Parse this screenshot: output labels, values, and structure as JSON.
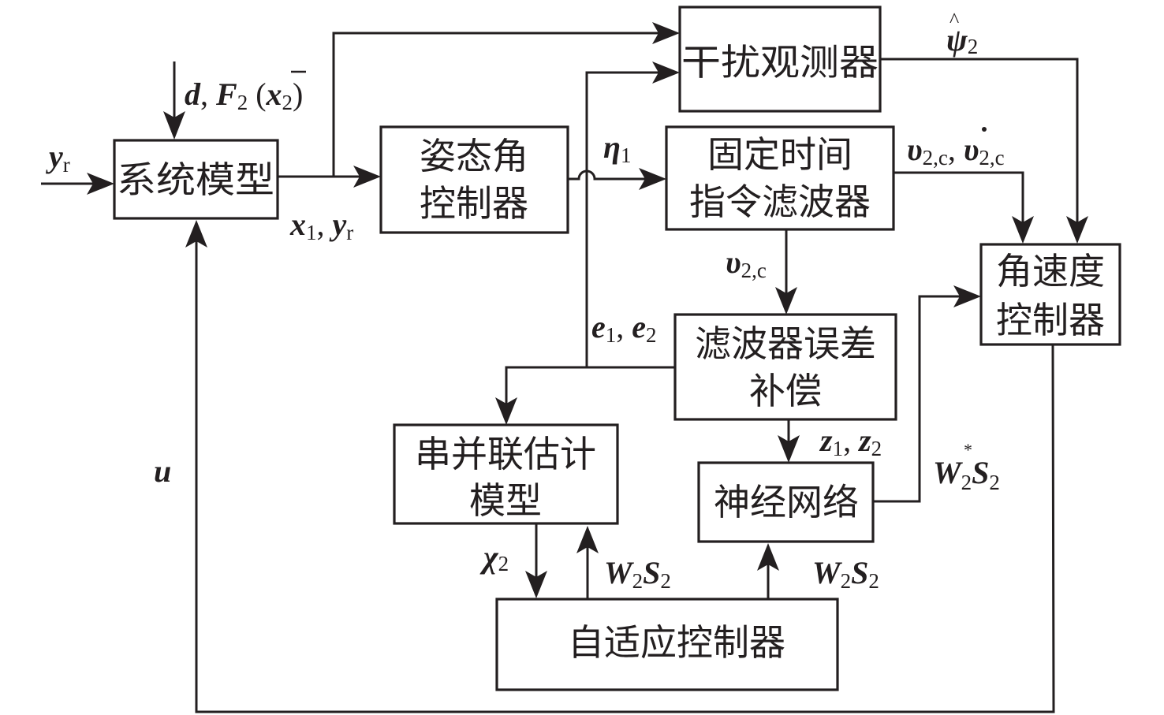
{
  "blocks": {
    "system_model": {
      "label": "系统模型"
    },
    "attitude_controller": {
      "line1": "姿态角",
      "line2": "控制器"
    },
    "disturbance_observer": {
      "label": "干扰观测器"
    },
    "fixed_time_filter": {
      "line1": "固定时间",
      "line2": "指令滤波器"
    },
    "angular_rate_controller": {
      "line1": "角速度",
      "line2": "控制器"
    },
    "filter_error_comp": {
      "line1": "滤波器误差",
      "line2": "补偿"
    },
    "series_parallel_model": {
      "line1": "串并联估计",
      "line2": "模型"
    },
    "neural_network": {
      "label": "神经网络"
    },
    "adaptive_controller": {
      "label": "自适应控制器"
    }
  },
  "signals": {
    "yr_in": {
      "main": "y",
      "sub": "r"
    },
    "disturbance": {
      "d": "d",
      "comma": ", ",
      "F": "F",
      "F_sub": "2",
      "open": " (",
      "x": "x",
      "x_sub": "2",
      "close": ")"
    },
    "x1_yr": {
      "x": "x",
      "x_sub": "1",
      "comma": ", ",
      "y": "y",
      "y_sub": "r"
    },
    "eta1": {
      "main": "η",
      "sub": "1"
    },
    "psi2_hat": {
      "main": "ψ",
      "hat": "^",
      "sub": "2"
    },
    "v2c_vdot2c": {
      "v": "υ",
      "v_sub": "2,c",
      "comma": ", ",
      "vdot": "υ",
      "dot": "˙",
      "vdot_sub": "2,c"
    },
    "v2c": {
      "main": "υ",
      "sub": "2,c"
    },
    "e1_e2": {
      "e1": "e",
      "e1_sub": "1",
      "comma": ", ",
      "e2": "e",
      "e2_sub": "2"
    },
    "z1_z2": {
      "z1": "z",
      "z1_sub": "1",
      "comma": ", ",
      "z2": "z",
      "z2_sub": "2"
    },
    "W2star_S2": {
      "W": "W",
      "star": "*",
      "W_sub": "2",
      "S": "S",
      "S_sub": "2"
    },
    "chi2": {
      "main": "χ",
      "sub": "2"
    },
    "W2S2_left": {
      "W": "W",
      "W_sub": "2",
      "S": "S",
      "S_sub": "2"
    },
    "W2S2_right": {
      "W": "W",
      "W_sub": "2",
      "S": "S",
      "S_sub": "2"
    },
    "u": {
      "main": "u"
    }
  }
}
